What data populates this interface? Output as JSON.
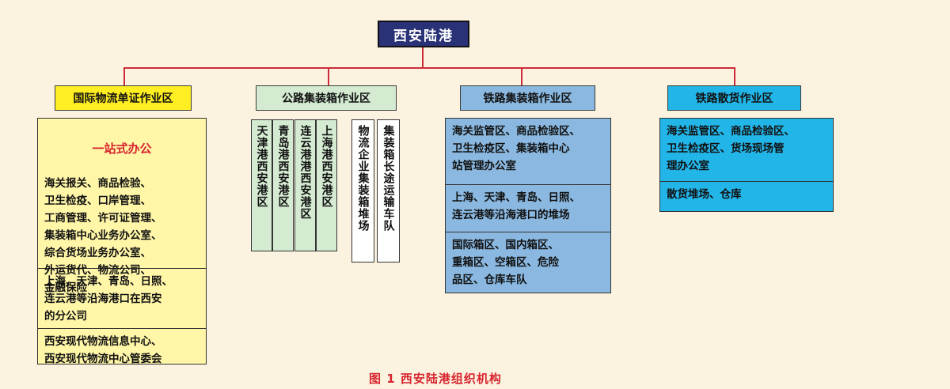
{
  "root": "西安陆港",
  "headers": [
    "国际物流单证作业区",
    "公路集装箱作业区",
    "铁路集装箱作业区",
    "铁路散货作业区"
  ],
  "col1": {
    "title": "一站式办公",
    "sec1": "海关报关、商品检验、\n卫生检疫、口岸管理、\n工商管理、许可证管理、\n集装箱中心业务办公室、\n综合货场业务办公室、\n外运货代、物流公司、\n金融保险",
    "sec2": "上海、天津、青岛、日照、\n连云港等沿海港口在西安\n的分公司",
    "sec3": "西安现代物流信息中心、\n西安现代物流中心管委会"
  },
  "col2": {
    "green": [
      "天津港西安港区",
      "青岛港西安港区",
      "连云港港西安港区",
      "上海港西安港区"
    ],
    "white": [
      "物流企业集装箱堆场",
      "集装箱长途运输车队"
    ]
  },
  "col3": {
    "sec1": "海关监管区、商品检验区、\n卫生检疫区、集装箱中心\n站管理办公室",
    "sec2": "上海、天津、青岛、日照、\n连云港等沿海港口的堆场",
    "sec3": "国际箱区、国内箱区、\n重箱区、空箱区、危险\n品区、仓库车队"
  },
  "col4": {
    "sec1": "海关监管区、商品检验区、\n卫生检疫区、货场现场管\n理办公室",
    "sec2": "散货堆场、仓库"
  },
  "caption": "图 1    西安陆港组织机构",
  "colors": {
    "root_bg": "#2a3277",
    "hdr1": "#ffee22",
    "hdr2": "#d4ebd2",
    "hdr3": "#8ab8e0",
    "hdr4": "#22b5e8",
    "col1_bg": "#fff6a8",
    "col3_bg": "#8ab8e0",
    "col4_bg": "#22b5e8",
    "connector": "#cc2b3a"
  }
}
